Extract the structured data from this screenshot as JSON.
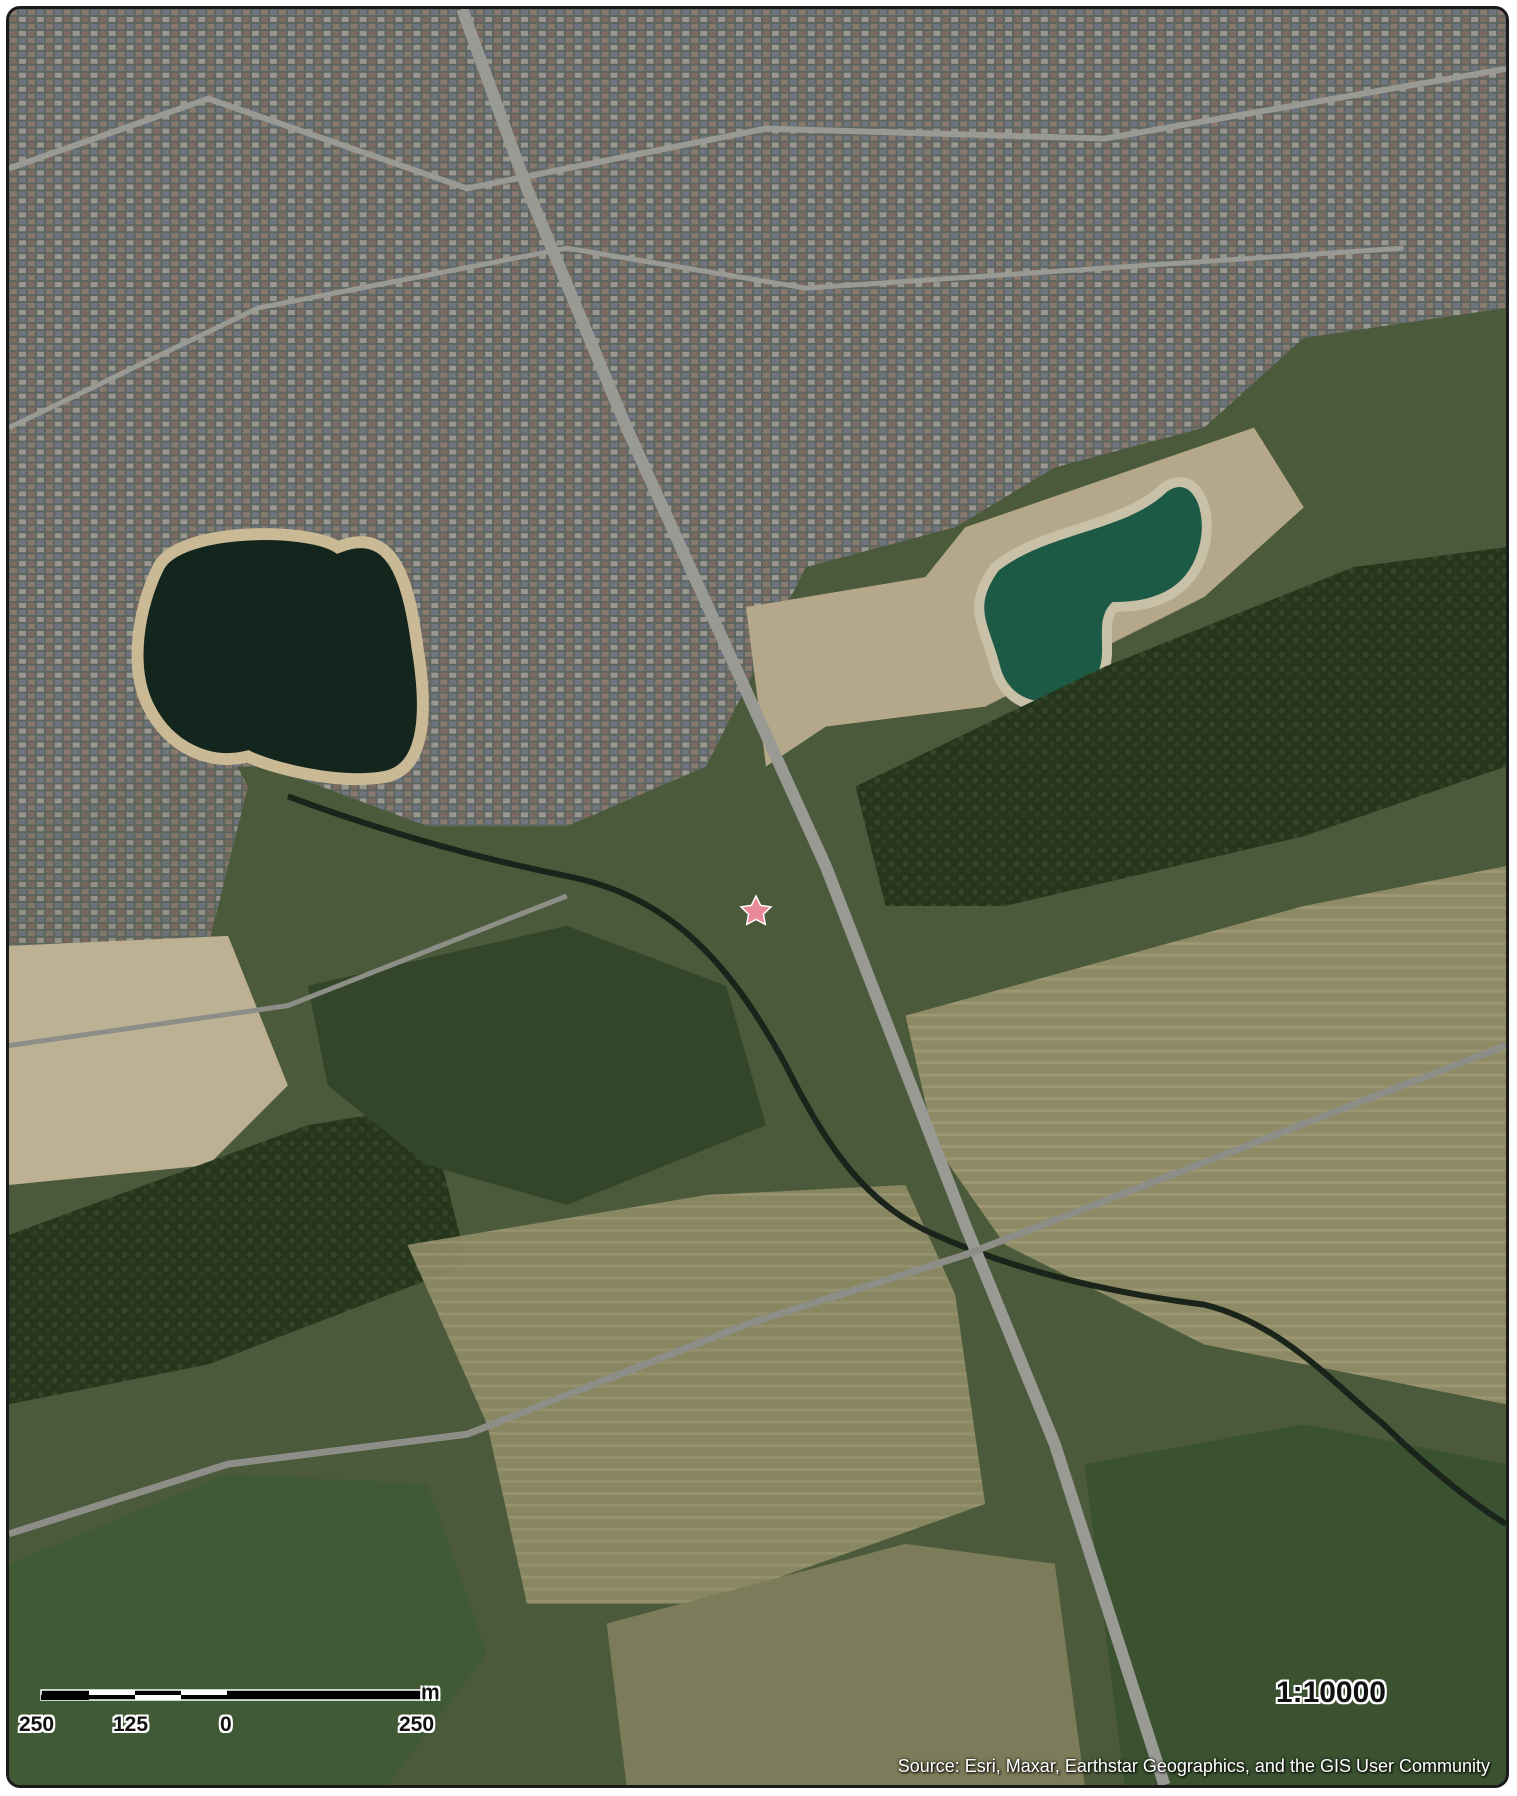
{
  "map": {
    "imagery": "satellite",
    "marker_icon": "star-icon",
    "marker_color": "#e98a9a",
    "scale_ratio": "1:10000",
    "attribution": "Source: Esri, Maxar, Earthstar Geographics, and the GIS User Community",
    "scalebar": {
      "unit": "m",
      "labels": [
        "250",
        "125",
        "0",
        "250"
      ]
    }
  }
}
